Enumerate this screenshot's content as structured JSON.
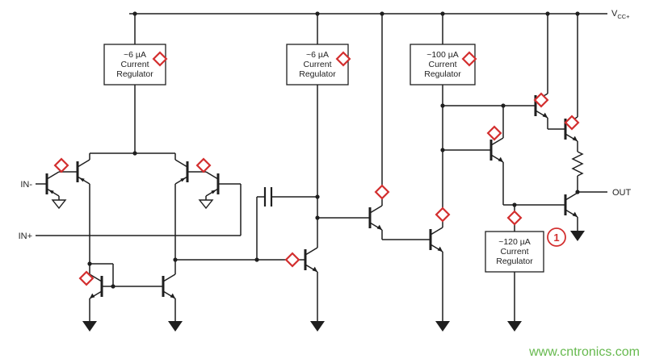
{
  "colors": {
    "wire": "#1f1f1f",
    "marker_red": "#d32f2f",
    "annotation_red": "#d32f2f",
    "watermark_green": "#66b94e",
    "box_fill": "#ffffff"
  },
  "labels": {
    "vcc_base": "V",
    "vcc_sub": "CC+",
    "in_minus": "IN-",
    "in_plus": "IN+",
    "out": "OUT",
    "annotation_1": "1",
    "watermark": "www.cntronics.com"
  },
  "regulators": [
    {
      "name": "input-stage-current-regulator",
      "lines": [
        "~6 µA",
        "Current",
        "Regulator"
      ]
    },
    {
      "name": "gain-stage-current-regulator",
      "lines": [
        "~6 µA",
        "Current",
        "Regulator"
      ]
    },
    {
      "name": "output-stage-current-regulator",
      "lines": [
        "~100 µA",
        "Current",
        "Regulator"
      ]
    },
    {
      "name": "output-sink-current-regulator",
      "lines": [
        "~120 µA",
        "Current",
        "Regulator"
      ]
    }
  ],
  "annotations": {
    "diamond_marker_count": 13,
    "circled_number": "1"
  }
}
